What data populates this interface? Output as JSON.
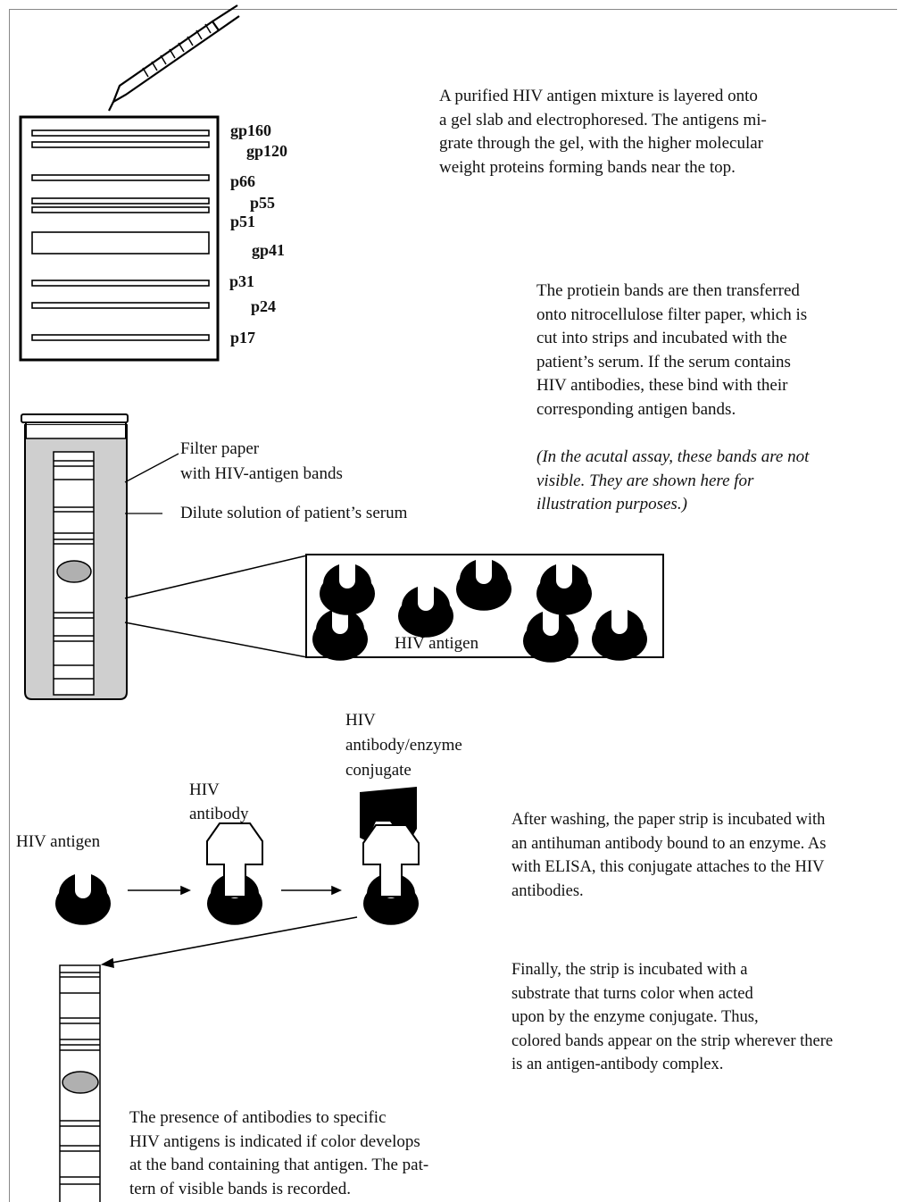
{
  "gel": {
    "bands": [
      "gp160",
      "gp120",
      "p66",
      "p55",
      "p51",
      "gp41",
      "p31",
      "p24",
      "p17"
    ]
  },
  "paragraphs": {
    "p1": [
      "A purified HIV antigen mixture is layered onto",
      "a gel slab and electrophoresed. The antigens mi-",
      "grate through the gel, with the higher molecular",
      "weight proteins forming bands near the top."
    ],
    "p2": [
      "The protiein bands are then transferred",
      "onto nitrocellulose filter paper, which is",
      "cut into strips and incubated with the",
      "patient’s serum. If the serum contains",
      "HIV antibodies, these bind with their",
      "corresponding antigen bands."
    ],
    "p2_note": [
      "(In the acutal assay, these bands are not",
      "visible. They are shown here for",
      "illustration purposes.)"
    ],
    "p3": [
      "After washing, the paper strip is incubated with",
      "an antihuman antibody bound to an enzyme. As",
      "with ELISA, this conjugate attaches to the HIV",
      "antibodies."
    ],
    "p4": [
      "Finally, the strip is incubated with a",
      "substrate that turns color when acted",
      "upon by the enzyme conjugate. Thus,",
      "colored bands appear on the strip wherever there",
      "is an antigen-antibody complex."
    ],
    "p5": [
      "The presence of antibodies to specific",
      "HIV antigens is indicated if color develops",
      "at the band containing that antigen. The pat-",
      "tern of visible bands is recorded."
    ]
  },
  "labels": {
    "filter_paper": [
      "Filter paper",
      "with HIV-antigen bands"
    ],
    "dilute_solution": "Dilute solution of patient’s serum",
    "zoom_antigen": "HIV antigen",
    "step_antigen": "HIV antigen",
    "step_antibody": [
      "HIV",
      "antibody"
    ],
    "step_conjugate": [
      "HIV",
      "antibody/enzyme",
      "conjugate"
    ]
  }
}
